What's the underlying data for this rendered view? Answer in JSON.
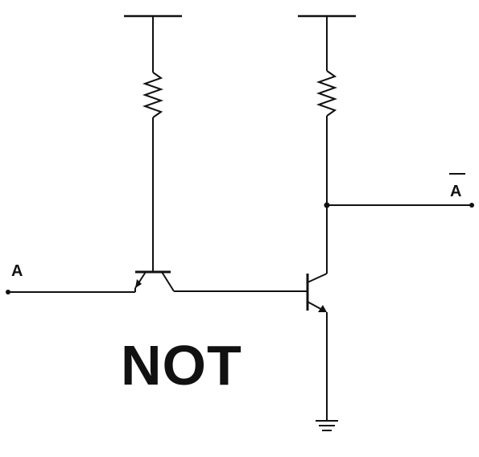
{
  "diagram": {
    "title": "NOT",
    "input_label": "A",
    "output_label": "A",
    "output_overbar": true,
    "components": {
      "resistors": [
        "resistor-left",
        "resistor-right"
      ],
      "transistors": [
        "transistor-input-inverted",
        "transistor-output"
      ],
      "supply_rails": [
        "supply-rail-left",
        "supply-rail-right"
      ],
      "ground": "ground-symbol"
    },
    "colors": {
      "line": "#111111",
      "background": "#ffffff"
    }
  }
}
